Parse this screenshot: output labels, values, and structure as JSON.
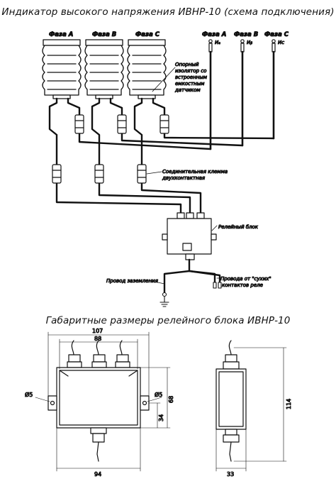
{
  "title_top": "Индикатор высокого напряжения ИВНР-10 (схема подключения)",
  "title_bottom": "Габаритные размеры релейного блока ИВНР-10",
  "phases_left": [
    "Фаза А",
    "Фаза В",
    "Фаза С"
  ],
  "phases_right": [
    {
      "label": "Фаза А",
      "sub": "Иₐ"
    },
    {
      "label": "Фаза В",
      "sub": "Иᵦ"
    },
    {
      "label": "Фаза С",
      "sub": "Иc"
    }
  ],
  "callouts": {
    "insulator_line1": "Опорный",
    "insulator_line2": "изолятор со",
    "insulator_line3": "встроенным",
    "insulator_line4": "емкостным",
    "insulator_line5": "датчиком",
    "clamp_line1": "Соединительная клемма",
    "clamp_line2": "двухконтактная",
    "relay_block": "Релейный блок",
    "ground_wire": "Провод заземления",
    "dry_line1": "Провода от \"сухих\"",
    "dry_line2": "контактов реле"
  },
  "dimensions": {
    "w107": "107",
    "w88": "88",
    "d5_left": "Ø5",
    "d5_right": "Ø5",
    "h34": "34",
    "h68": "68",
    "w94": "94",
    "h114": "114",
    "w33": "33"
  },
  "colors": {
    "line": "#111111",
    "background": "#ffffff"
  }
}
